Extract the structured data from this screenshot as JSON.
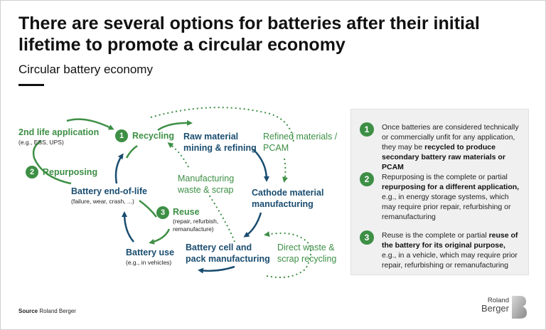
{
  "header": {
    "title": "There are several options for batteries after their initial lifetime to promote a circular economy",
    "subtitle": "Circular battery economy"
  },
  "diagram": {
    "second_life": {
      "label": "2nd life application",
      "note": "(e.g., ESS, UPS)"
    },
    "repurposing": {
      "number": "2",
      "label": "Repurposing"
    },
    "recycling": {
      "number": "1",
      "label": "Recycling"
    },
    "raw_material": {
      "label_line1": "Raw material",
      "label_line2": "mining & refining"
    },
    "refined_materials": {
      "line1": "Refined materials /",
      "line2": "PCAM"
    },
    "cathode": {
      "label_line1": "Cathode material",
      "label_line2": "manufacturing"
    },
    "manufacturing_waste": {
      "line1": "Manufacturing",
      "line2": "waste & scrap"
    },
    "end_of_life": {
      "label": "Battery end-of-life",
      "note": "(failure, wear, crash, ...)"
    },
    "reuse": {
      "number": "3",
      "label": "Reuse",
      "note_line1": "(repair, refurbish,",
      "note_line2": "remanufacture)"
    },
    "cell_pack": {
      "label_line1": "Battery cell and",
      "label_line2": "pack manufacturing"
    },
    "direct_waste": {
      "line1": "Direct waste &",
      "line2": "scrap recycling"
    },
    "battery_use": {
      "label": "Battery use",
      "note": "(e.g., in vehicles)"
    }
  },
  "panel": {
    "items": [
      {
        "number": "1",
        "text_a": "Once batteries are considered technically or commercially unfit for any application, they may be ",
        "text_bold": "recycled to produce secondary battery raw materials or PCAM",
        "text_b": ""
      },
      {
        "number": "2",
        "text_a": "Repurposing is the complete or partial ",
        "text_bold": "repurposing for a different application,",
        "text_b": " e.g., in energy storage systems, which may require prior repair, refurbishing or remanufacturing"
      },
      {
        "number": "3",
        "text_a": "Reuse is the complete or partial ",
        "text_bold": "reuse of the battery for its original purpose,",
        "text_b": " e.g., in a vehicle, which may require prior repair, refurbishing or remanufacturing"
      }
    ]
  },
  "footer": {
    "source_label": "Source",
    "source_text": "Roland Berger",
    "logo_line1": "Roland",
    "logo_line2": "Berger"
  },
  "colors": {
    "green": "#3d8f45",
    "blue": "#1a4d70",
    "panel_bg": "#f0f0f0"
  }
}
